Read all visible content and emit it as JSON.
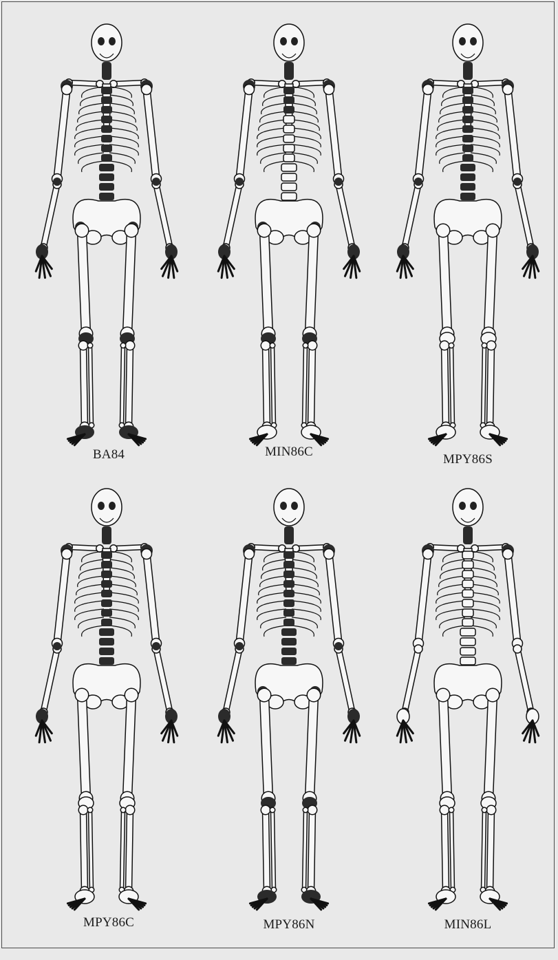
{
  "figure": {
    "panels": [
      {
        "label": "BA84",
        "regions": [
          "neck",
          "shoulders",
          "spine_thoracic",
          "spine_lumbar",
          "wrists",
          "hands",
          "hips",
          "knees",
          "ankles_feet"
        ]
      },
      {
        "label": "MIN86C",
        "regions": [
          "neck",
          "shoulders",
          "spine_upper",
          "wrists",
          "hands",
          "hips",
          "knees"
        ]
      },
      {
        "label": "MPY86S",
        "regions": [
          "neck",
          "shoulders",
          "spine_thoracic",
          "spine_lumbar",
          "wrists",
          "hands"
        ]
      },
      {
        "label": "MPY86C",
        "regions": [
          "neck",
          "shoulders",
          "spine_thoracic",
          "spine_lumbar",
          "wrists",
          "hands"
        ]
      },
      {
        "label": "MPY86N",
        "regions": [
          "neck",
          "shoulders",
          "spine_thoracic",
          "spine_lumbar",
          "wrists",
          "hands",
          "hips",
          "knees",
          "ankles_feet"
        ]
      },
      {
        "label": "MIN86L",
        "regions": [
          "neck",
          "shoulders"
        ]
      }
    ],
    "highlight_color": "#2b2b2b",
    "background_color": "#e9e9e9"
  }
}
